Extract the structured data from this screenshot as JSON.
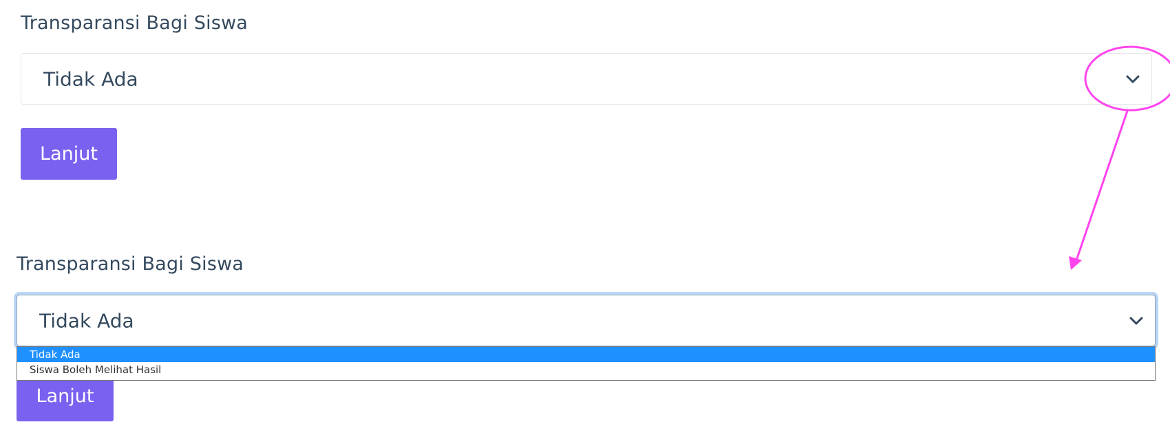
{
  "top": {
    "label": "Transparansi Bagi Siswa",
    "select_value": "Tidak Ada",
    "button": "Lanjut"
  },
  "bottom": {
    "label": "Transparansi Bagi Siswa",
    "select_value": "Tidak Ada",
    "options": [
      "Tidak Ada",
      "Siswa Boleh Melihat Hasil"
    ],
    "selected_index": 0,
    "button": "Lanjut"
  },
  "colors": {
    "button": "#7b61ef",
    "option_highlight": "#1e90ff",
    "focus_ring": "#bcd7f5",
    "annotation": "#ff44ee",
    "label_text": "#34495e"
  },
  "icons": {
    "select_arrow": "chevron-down-icon",
    "annotation_circle": "highlight-circle",
    "annotation_arrow": "arrow-pointer"
  }
}
